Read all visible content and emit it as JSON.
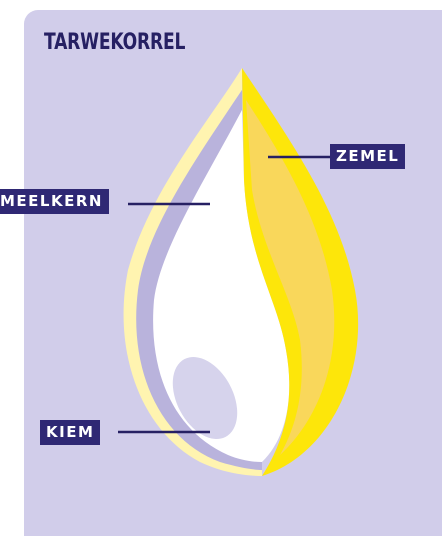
{
  "title": "TARWEKORREL",
  "labels": {
    "zemel": "ZEMEL",
    "meelkern": "MEELKERN",
    "kiem": "KIEM"
  },
  "colors": {
    "background": "#d1cdea",
    "outer_husk": "#fff4b0",
    "inner_layer": "#b9b3dc",
    "yellow_bran": "#fde60a",
    "bran_inner": "#f8d36a",
    "endosperm": "#ffffff",
    "germ": "#d6d3ec",
    "label_bg": "#2f2874",
    "line": "#262063"
  }
}
